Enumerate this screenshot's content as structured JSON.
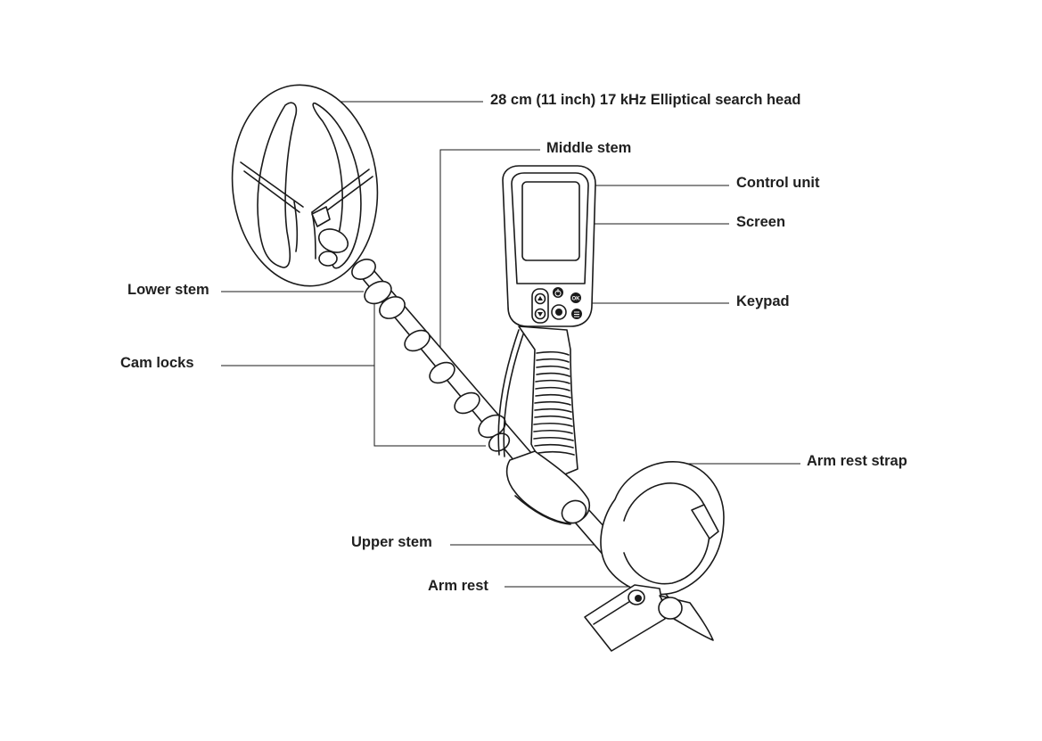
{
  "labels": {
    "search_head": "28 cm (11 inch) 17 kHz Elliptical search head",
    "middle_stem": "Middle stem",
    "control_unit": "Control unit",
    "screen": "Screen",
    "keypad": "Keypad",
    "lower_stem": "Lower stem",
    "cam_locks": "Cam locks",
    "arm_rest_strap": "Arm rest strap",
    "upper_stem": "Upper stem",
    "arm_rest": "Arm rest"
  },
  "colors": {
    "ink": "#1a1a1a",
    "text": "#1f1f1f",
    "background": "#ffffff"
  },
  "icons": [
    "power-icon",
    "ok-icon",
    "up-arrow-icon",
    "down-arrow-icon",
    "pinpoint-icon",
    "menu-icon"
  ]
}
